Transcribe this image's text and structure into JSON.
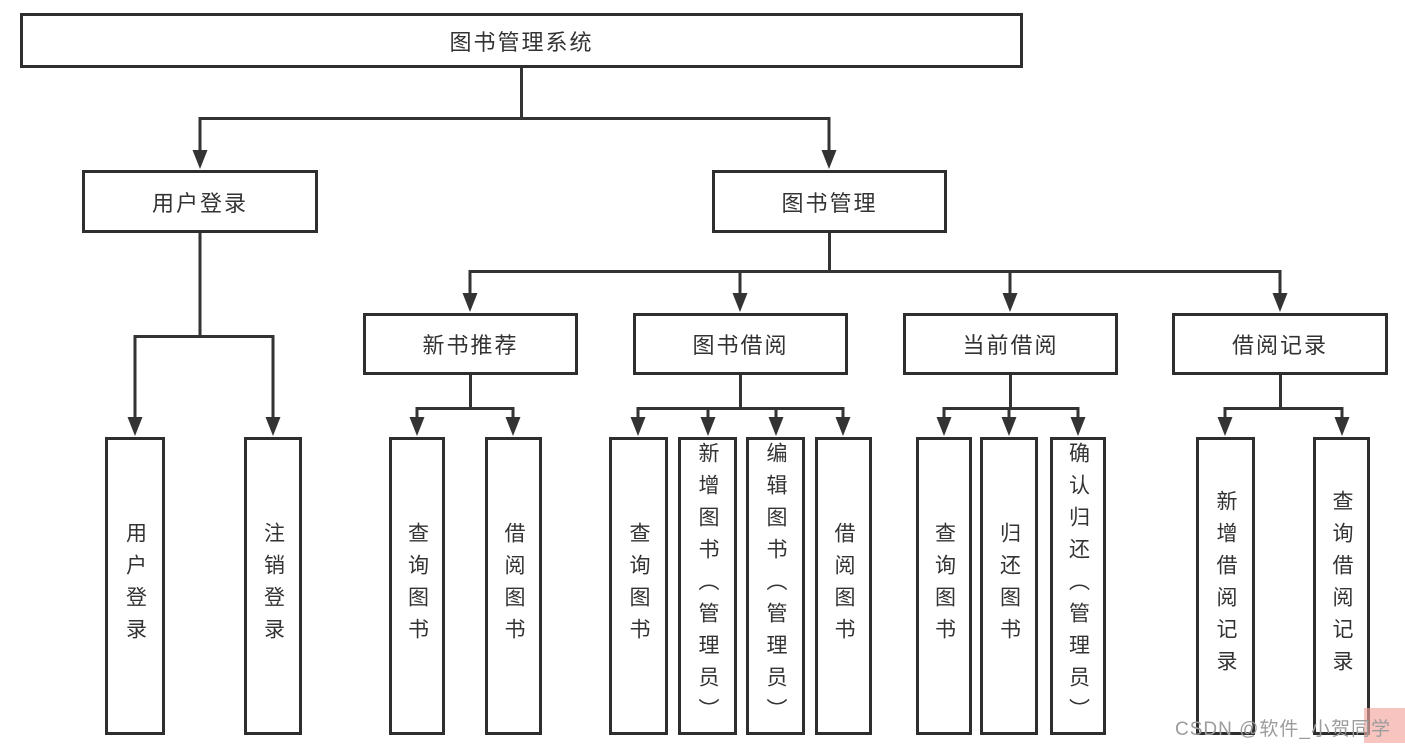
{
  "diagram": {
    "type": "tree",
    "tree": {
      "label": "图书管理系统",
      "children": [
        {
          "label": "用户登录",
          "children": [
            {
              "label": "用户登录"
            },
            {
              "label": "注销登录"
            }
          ]
        },
        {
          "label": "图书管理",
          "children": [
            {
              "label": "新书推荐",
              "children": [
                {
                  "label": "查询图书"
                },
                {
                  "label": "借阅图书"
                }
              ]
            },
            {
              "label": "图书借阅",
              "children": [
                {
                  "label": "查询图书"
                },
                {
                  "label": "新增图书（管理员）"
                },
                {
                  "label": "编辑图书（管理员）"
                },
                {
                  "label": "借阅图书"
                }
              ]
            },
            {
              "label": "当前借阅",
              "children": [
                {
                  "label": "查询图书"
                },
                {
                  "label": "归还图书"
                },
                {
                  "label": "确认归还（管理员）"
                }
              ]
            },
            {
              "label": "借阅记录",
              "children": [
                {
                  "label": "新增借阅记录"
                },
                {
                  "label": "查询借阅记录"
                }
              ]
            }
          ]
        }
      ]
    }
  },
  "watermark": {
    "text": "CSDN @软件_小贺同学",
    "text_color": "#9c9c9c",
    "accent_color": "#f2a49c"
  },
  "colors": {
    "background": "#ffffff",
    "box_border": "#2e2e2e",
    "line": "#333333",
    "text": "#333333"
  }
}
